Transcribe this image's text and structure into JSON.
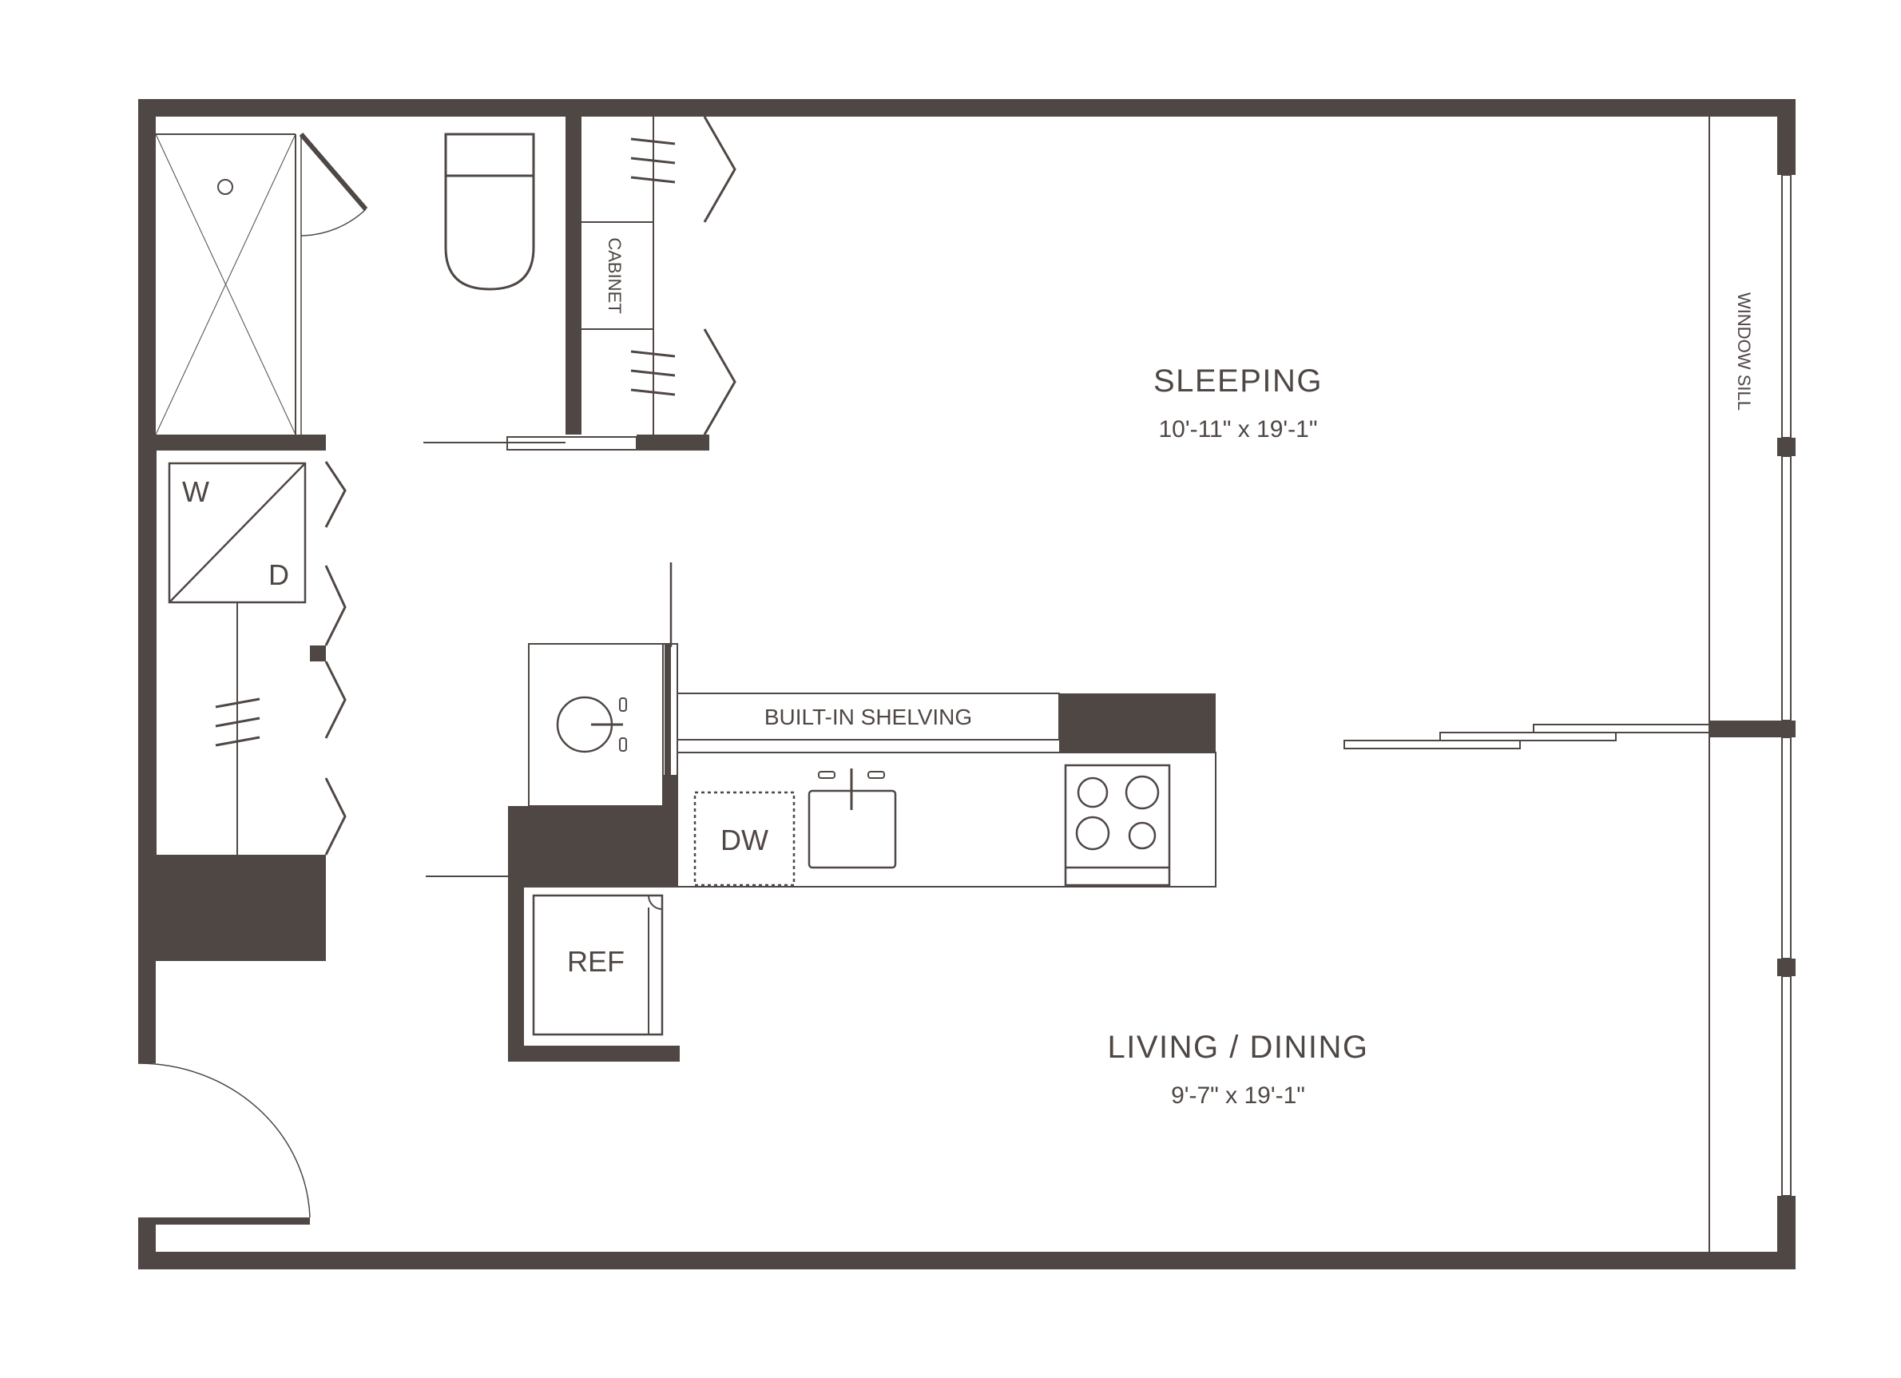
{
  "colors": {
    "wall": "#4f4744",
    "line": "#4f4744",
    "background": "#ffffff"
  },
  "rooms": {
    "sleeping": {
      "name": "SLEEPING",
      "dimensions": "10'-11\" x 19'-1\""
    },
    "living_dining": {
      "name": "LIVING / DINING",
      "dimensions": "9'-7\" x 19'-1\""
    }
  },
  "fixtures": {
    "washer": "W",
    "dryer": "D",
    "dishwasher": "DW",
    "refrigerator": "REF",
    "built_in_shelving": "BUILT-IN SHELVING",
    "cabinet": "CABINET",
    "window_sill": "WINDOW SILL"
  }
}
